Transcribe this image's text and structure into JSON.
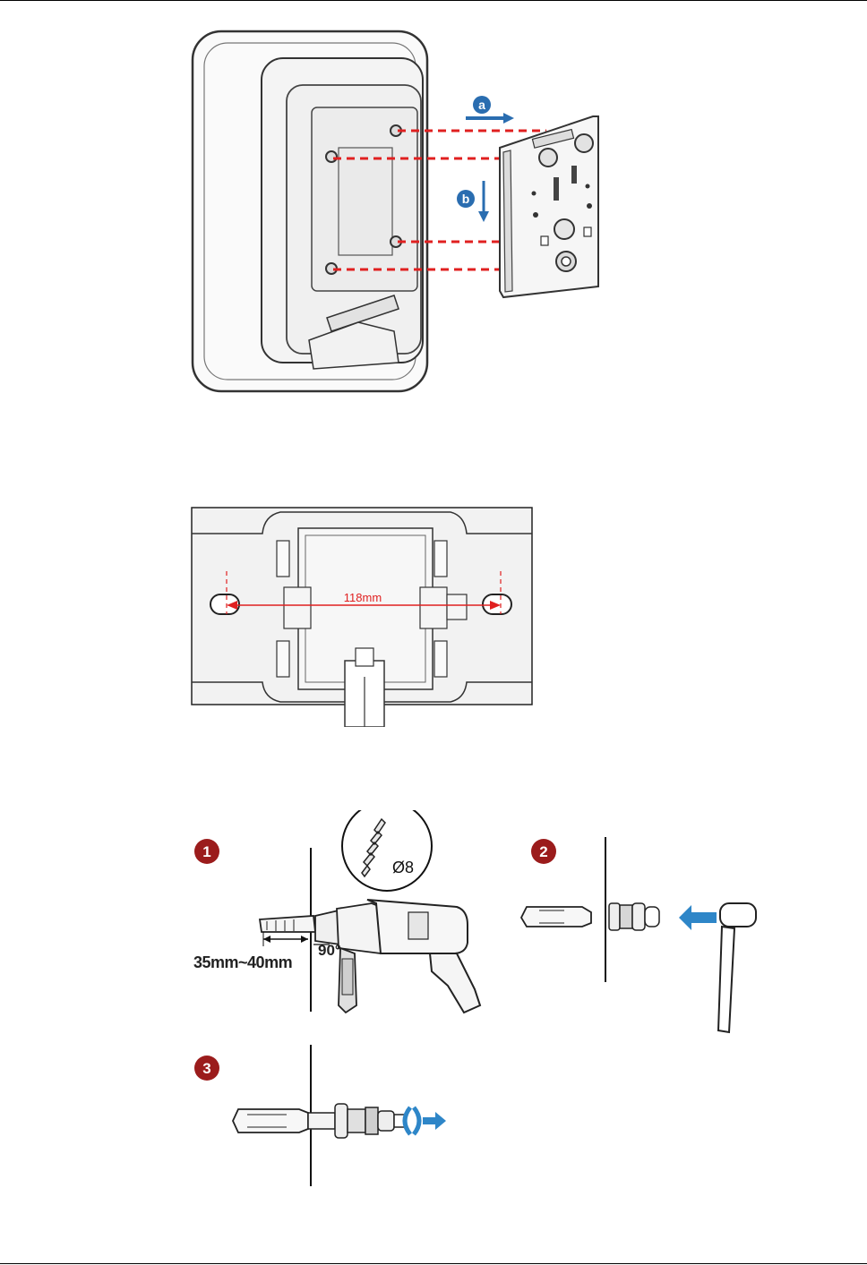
{
  "figure1": {
    "step_a": "a",
    "step_b": "b"
  },
  "figure2": {
    "dimension": "118mm"
  },
  "figure3": {
    "step1": "1",
    "step2": "2",
    "step3": "3",
    "bit_diameter": "Ø8",
    "angle": "90°",
    "depth": "35mm~40mm"
  },
  "colors": {
    "guide_red": "#e02020",
    "step_blue": "#2a6db0",
    "step_badge_red": "#9b1c1c",
    "arrow_blue": "#2e86c8"
  }
}
